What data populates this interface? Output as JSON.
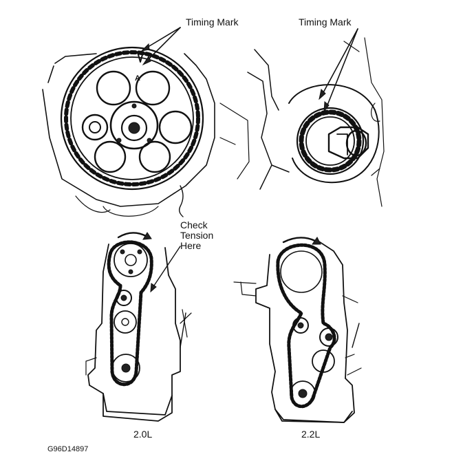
{
  "labels": {
    "timing_mark_left": "Timing Mark",
    "timing_mark_right": "Timing Mark",
    "check_tension": [
      "Check",
      "Tension",
      "Here"
    ],
    "engine_20": "2.0L",
    "engine_22": "2.2L",
    "figure_code": "G96D14897",
    "sprocket_letter": "A"
  },
  "colors": {
    "ink": "#111111",
    "paper": "#ffffff"
  }
}
